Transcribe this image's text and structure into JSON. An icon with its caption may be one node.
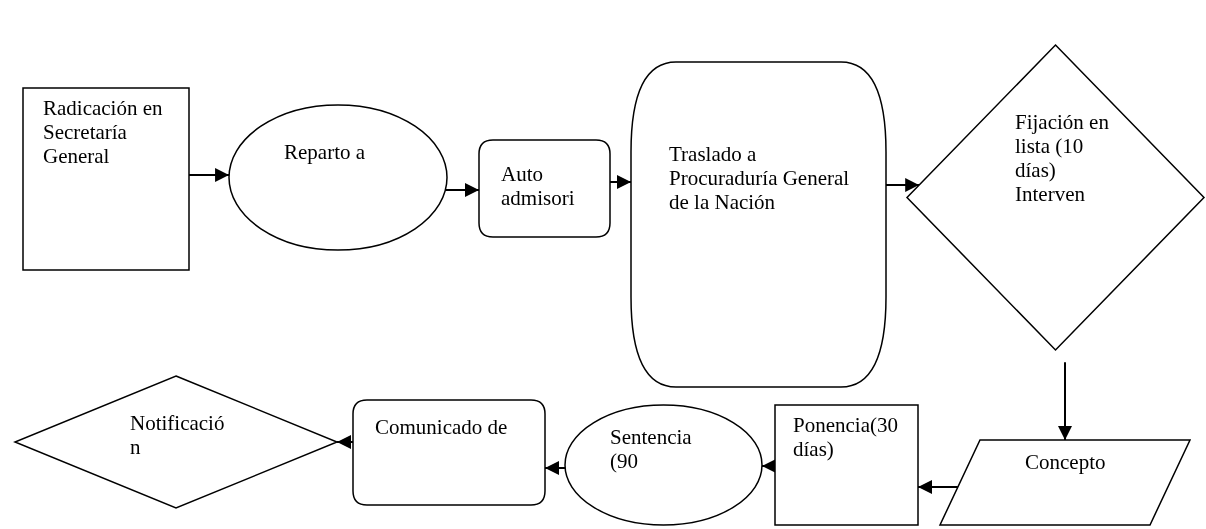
{
  "diagram": {
    "nodes": [
      {
        "text": [
          "Radicación en Secretaría General"
        ]
      },
      {
        "text": [
          "Reparto a"
        ]
      },
      {
        "text": [
          "Auto admisori"
        ]
      },
      {
        "text": [
          "Traslado a Procuraduría General de la Nación"
        ]
      },
      {
        "text": [
          "Fijación en lista (10 días) Interven"
        ]
      },
      {
        "text": [
          "Concepto"
        ]
      },
      {
        "text": [
          "Ponencia(30 días)"
        ]
      },
      {
        "text": [
          "Sentencia (90"
        ]
      },
      {
        "text": [
          "Comunicado de"
        ]
      },
      {
        "text": [
          "Notificación"
        ]
      }
    ],
    "edges": [
      {
        "from": 0,
        "to": 1,
        "arrow": "to"
      },
      {
        "from": 1,
        "to": 2,
        "arrow": "to"
      },
      {
        "from": 2,
        "to": 3,
        "arrow": "to"
      },
      {
        "from": 3,
        "to": 4,
        "arrow": "to"
      },
      {
        "from": 4,
        "to": 5,
        "arrow": "to"
      },
      {
        "from": 5,
        "to": 6,
        "arrow": "to"
      },
      {
        "from": 6,
        "to": 7,
        "arrow": "to"
      },
      {
        "from": 7,
        "to": 8,
        "arrow": "to"
      },
      {
        "from": 8,
        "to": 9,
        "arrow": "to"
      }
    ]
  }
}
